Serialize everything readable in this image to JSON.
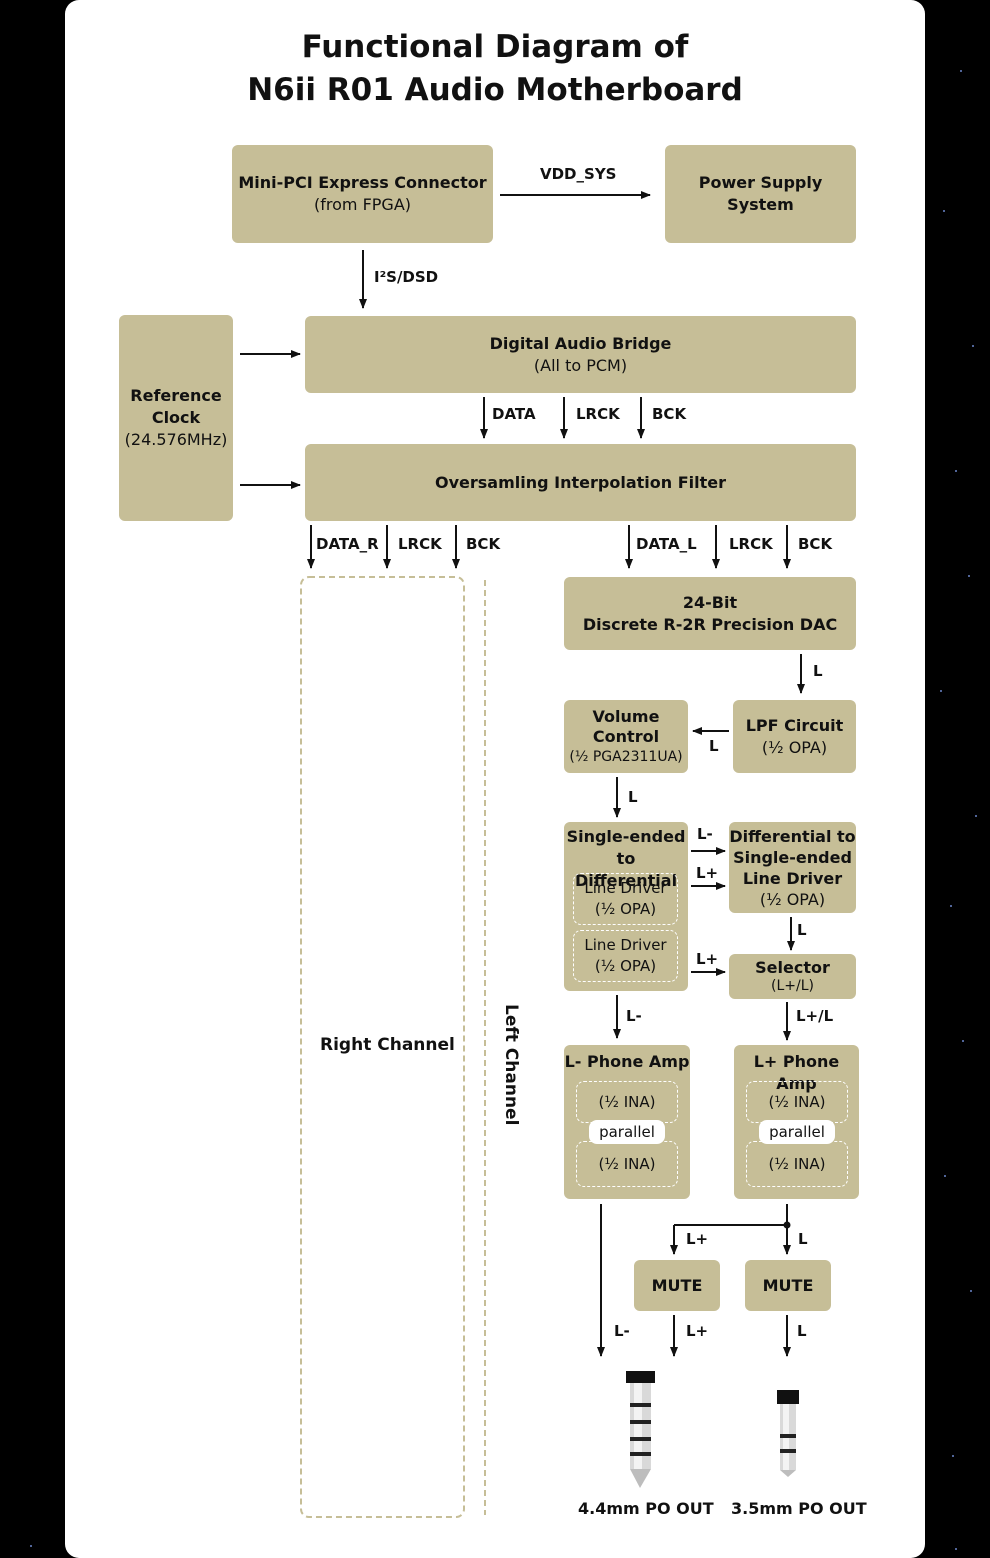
{
  "title_line1": "Functional Diagram of",
  "title_line2": "N6ii R01 Audio Motherboard",
  "blocks": {
    "mini_pci": {
      "name": "Mini-PCI Express Connector",
      "detail": "(from FPGA)"
    },
    "power_supply": {
      "line1": "Power Supply",
      "line2": "System"
    },
    "reference_clock": {
      "line1": "Reference",
      "line2": "Clock",
      "detail": "(24.576MHz)"
    },
    "digital_audio_bridge": {
      "name": "Digital Audio Bridge",
      "detail": "(All to PCM)"
    },
    "oversampling_filter": {
      "name": "Oversamling Interpolation Filter"
    },
    "dac": {
      "line1": "24-Bit",
      "line2": "Discrete R-2R Precision DAC"
    },
    "lpf": {
      "name": "LPF Circuit",
      "detail": "(½ OPA)"
    },
    "volume": {
      "line1": "Volume",
      "line2": "Control",
      "detail": "(½ PGA2311UA)"
    },
    "se_to_diff": {
      "line1": "Single-ended",
      "line2": "to Differential",
      "driver1": {
        "name": "Line Driver",
        "detail": "(½ OPA)"
      },
      "driver2": {
        "name": "Line Driver",
        "detail": "(½ OPA)"
      }
    },
    "diff_to_se": {
      "line1": "Differential to",
      "line2": "Single-ended",
      "line3": "Line Driver",
      "detail": "(½ OPA)"
    },
    "selector": {
      "name": "Selector",
      "detail": "(L+/L)"
    },
    "l_minus_amp": {
      "name": "L- Phone Amp",
      "half1": "(½ INA)",
      "parallel": "parallel",
      "half2": "(½ INA)"
    },
    "l_plus_amp": {
      "name": "L+ Phone Amp",
      "half1": "(½ INA)",
      "parallel": "parallel",
      "half2": "(½ INA)"
    },
    "mute1": "MUTE",
    "mute2": "MUTE"
  },
  "regions": {
    "right_channel": "Right Channel",
    "left_channel": "Left Channel"
  },
  "signals": {
    "vdd_sys": "VDD_SYS",
    "i2s_dsd": "I²S/DSD",
    "data": "DATA",
    "lrck": "LRCK",
    "bck": "BCK",
    "data_r": "DATA_R",
    "lrck_r": "LRCK",
    "bck_r": "BCK",
    "data_l": "DATA_L",
    "lrck_l": "LRCK",
    "bck_l": "BCK",
    "dac_out": "L",
    "lpf_out": "L",
    "vol_out": "L",
    "l_minus_diff": "L-",
    "l_plus_diff": "L+",
    "l_plus_sel": "L+",
    "diff_out": "L",
    "amp_in_minus": "L-",
    "sel_out": "L+/L",
    "mute1_in": "L+",
    "mute2_in": "L",
    "out_minus": "L-",
    "out_plus": "L+",
    "out_l": "L"
  },
  "outputs": {
    "jack_44": "4.4mm PO OUT",
    "jack_35": "3.5mm PO OUT"
  },
  "colors": {
    "block": "#c6be97",
    "background": "#000000",
    "card": "#ffffff",
    "star": "#6b86c9"
  }
}
